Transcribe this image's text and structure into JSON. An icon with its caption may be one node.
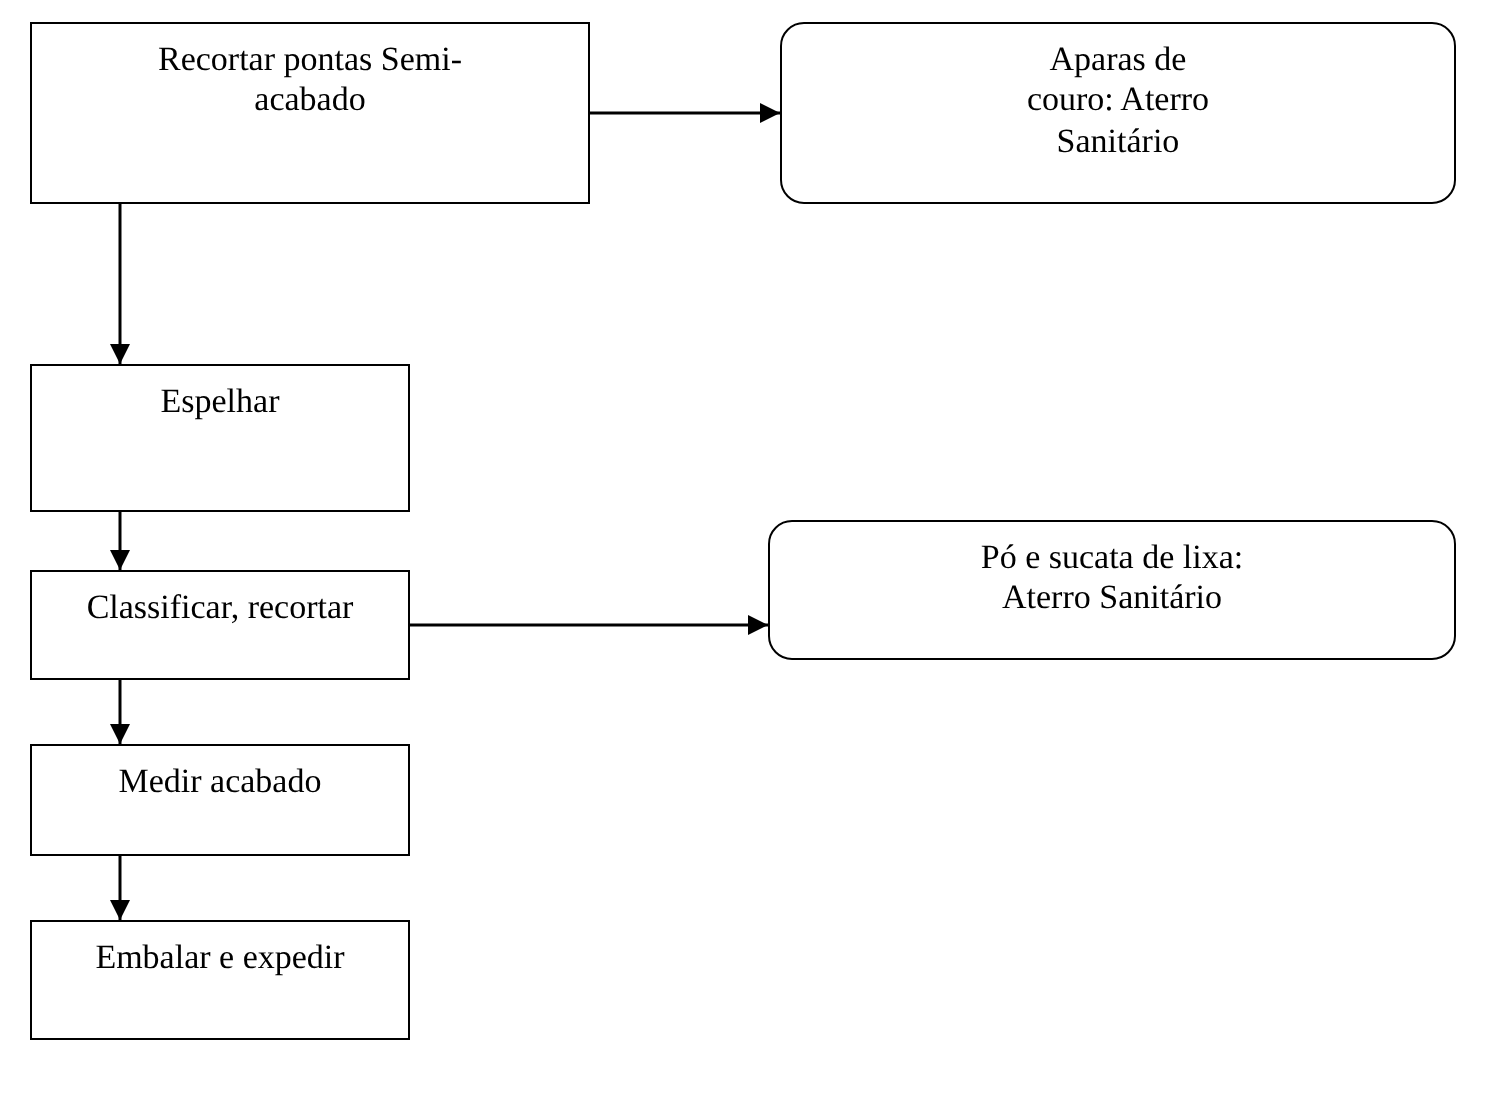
{
  "diagram": {
    "nodes": [
      {
        "text": [
          "Recortar pontas Semi-acabado"
        ]
      },
      {
        "text": [
          "Aparas de couro: Aterro Sanitário"
        ]
      },
      {
        "text": [
          "Espelhar"
        ]
      },
      {
        "text": [
          "Classificar, recortar"
        ]
      },
      {
        "text": [
          "Pó e sucata de lixa: Aterro Sanitário"
        ]
      },
      {
        "text": [
          "Medir acabado"
        ]
      },
      {
        "text": [
          "Embalar e expedir"
        ]
      }
    ],
    "edges": [
      {
        "from": 0,
        "to": 1,
        "arrow": "to"
      },
      {
        "from": 0,
        "to": 2,
        "arrow": "to"
      },
      {
        "from": 2,
        "to": 3,
        "arrow": "to"
      },
      {
        "from": 3,
        "to": 4,
        "arrow": "to"
      },
      {
        "from": 3,
        "to": 5,
        "arrow": "to"
      },
      {
        "from": 5,
        "to": 6,
        "arrow": "to"
      }
    ]
  }
}
